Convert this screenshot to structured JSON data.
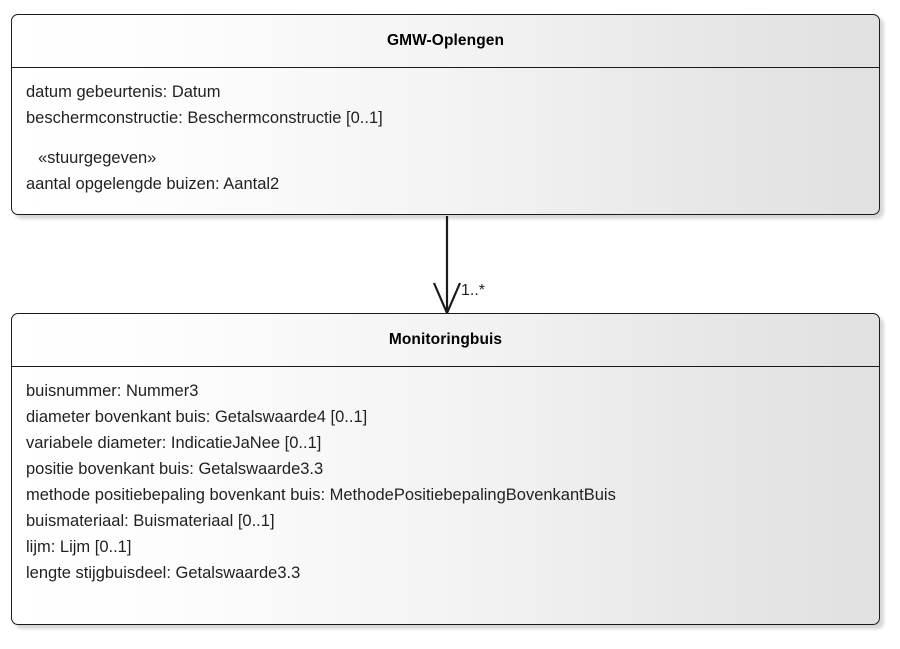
{
  "diagram": {
    "type": "uml-class-diagram",
    "background_color": "#ffffff",
    "line_color": "#1a1a1a",
    "text_color": "#231f20"
  },
  "classes": [
    {
      "id": "gmw-oplengen",
      "name": "GMW-Oplengen",
      "attributes": [
        {
          "text": "datum gebeurtenis: Datum",
          "style": "normal"
        },
        {
          "text": "beschermconstructie: Beschermconstructie [0..1]",
          "style": "normal"
        },
        {
          "text": "«stuurgegeven»",
          "style": "stereotype"
        },
        {
          "text": "aantal opgelengde buizen: Aantal2",
          "style": "normal"
        }
      ]
    },
    {
      "id": "monitoringbuis",
      "name": "Monitoringbuis",
      "attributes": [
        {
          "text": "buisnummer: Nummer3",
          "style": "normal"
        },
        {
          "text": "diameter bovenkant buis: Getalswaarde4 [0..1]",
          "style": "normal"
        },
        {
          "text": "variabele diameter: IndicatieJaNee [0..1]",
          "style": "normal"
        },
        {
          "text": "positie bovenkant buis: Getalswaarde3.3",
          "style": "normal"
        },
        {
          "text": "methode positiebepaling bovenkant buis: MethodePositiebepalingBovenkantBuis",
          "style": "normal"
        },
        {
          "text": "buismateriaal: Buismateriaal [0..1]",
          "style": "normal"
        },
        {
          "text": "lijm: Lijm [0..1]",
          "style": "normal"
        },
        {
          "text": "lengte stijgbuisdeel: Getalswaarde3.3",
          "style": "normal"
        }
      ]
    }
  ],
  "connector": {
    "from": "gmw-oplengen",
    "to": "monitoringbuis",
    "arrow": "open-arrow",
    "target_multiplicity": "1..*"
  }
}
